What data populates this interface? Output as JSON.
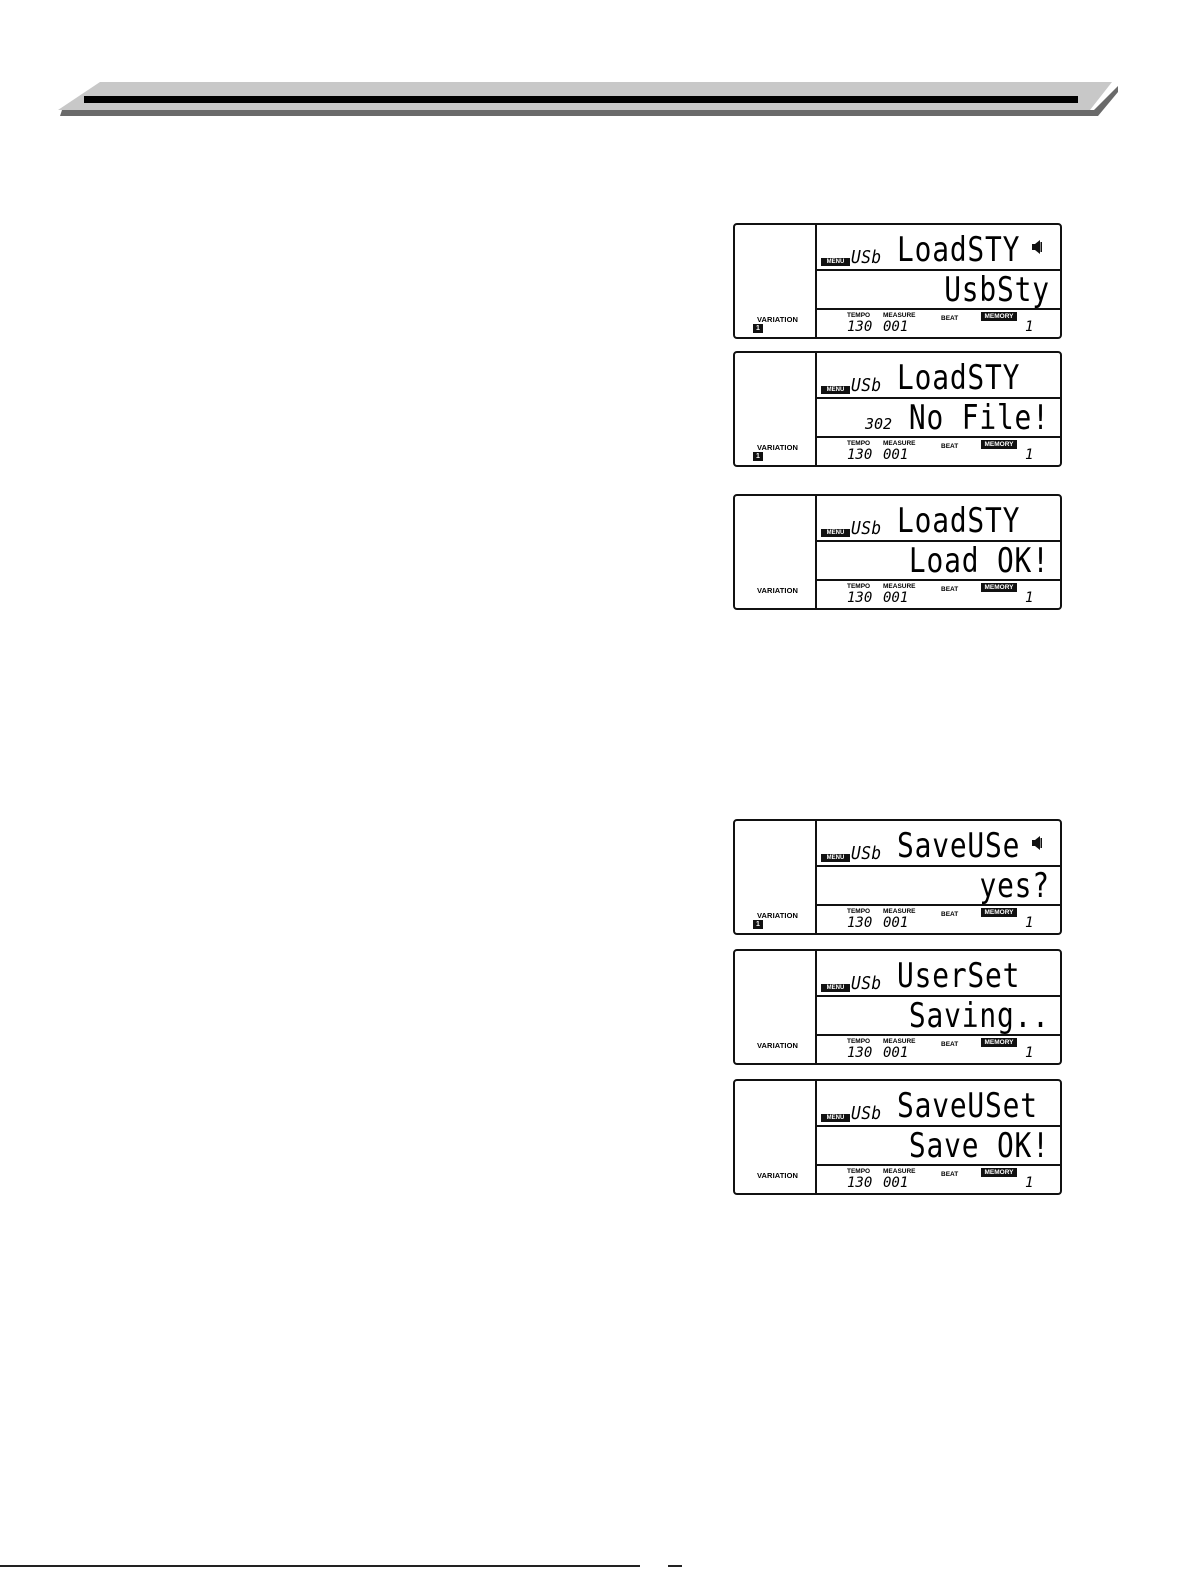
{
  "labels": {
    "menu": "MENU",
    "variation": "VARIATION",
    "tempo": "TEMPO",
    "measure": "MEASURE",
    "beat": "BEAT",
    "memory": "MEMORY"
  },
  "displays": [
    {
      "usb": "USb",
      "line1": "LoadSTY",
      "line2": "UsbSty",
      "prefix": "",
      "speaker": true,
      "variation_num": "1",
      "tempo": "130",
      "measure": "001",
      "memory": "1"
    },
    {
      "usb": "USb",
      "line1": "LoadSTY",
      "line2": "No File!",
      "prefix": "302",
      "speaker": false,
      "variation_num": "1",
      "tempo": "130",
      "measure": "001",
      "memory": "1"
    },
    {
      "usb": "USb",
      "line1": "LoadSTY",
      "line2": "Load OK!",
      "prefix": "",
      "speaker": false,
      "variation_num": "",
      "tempo": "130",
      "measure": "001",
      "memory": "1"
    },
    {
      "usb": "USb",
      "line1": "SaveUSe",
      "line2": "yes?",
      "prefix": "",
      "speaker": true,
      "variation_num": "1",
      "tempo": "130",
      "measure": "001",
      "memory": "1"
    },
    {
      "usb": "USb",
      "line1": "UserSet",
      "line2": "Saving..",
      "prefix": "",
      "speaker": false,
      "variation_num": "",
      "tempo": "130",
      "measure": "001",
      "memory": "1"
    },
    {
      "usb": "USb",
      "line1": "SaveUSet",
      "line2": "Save OK!",
      "prefix": "",
      "speaker": false,
      "variation_num": "",
      "tempo": "130",
      "measure": "001",
      "memory": "1"
    }
  ]
}
